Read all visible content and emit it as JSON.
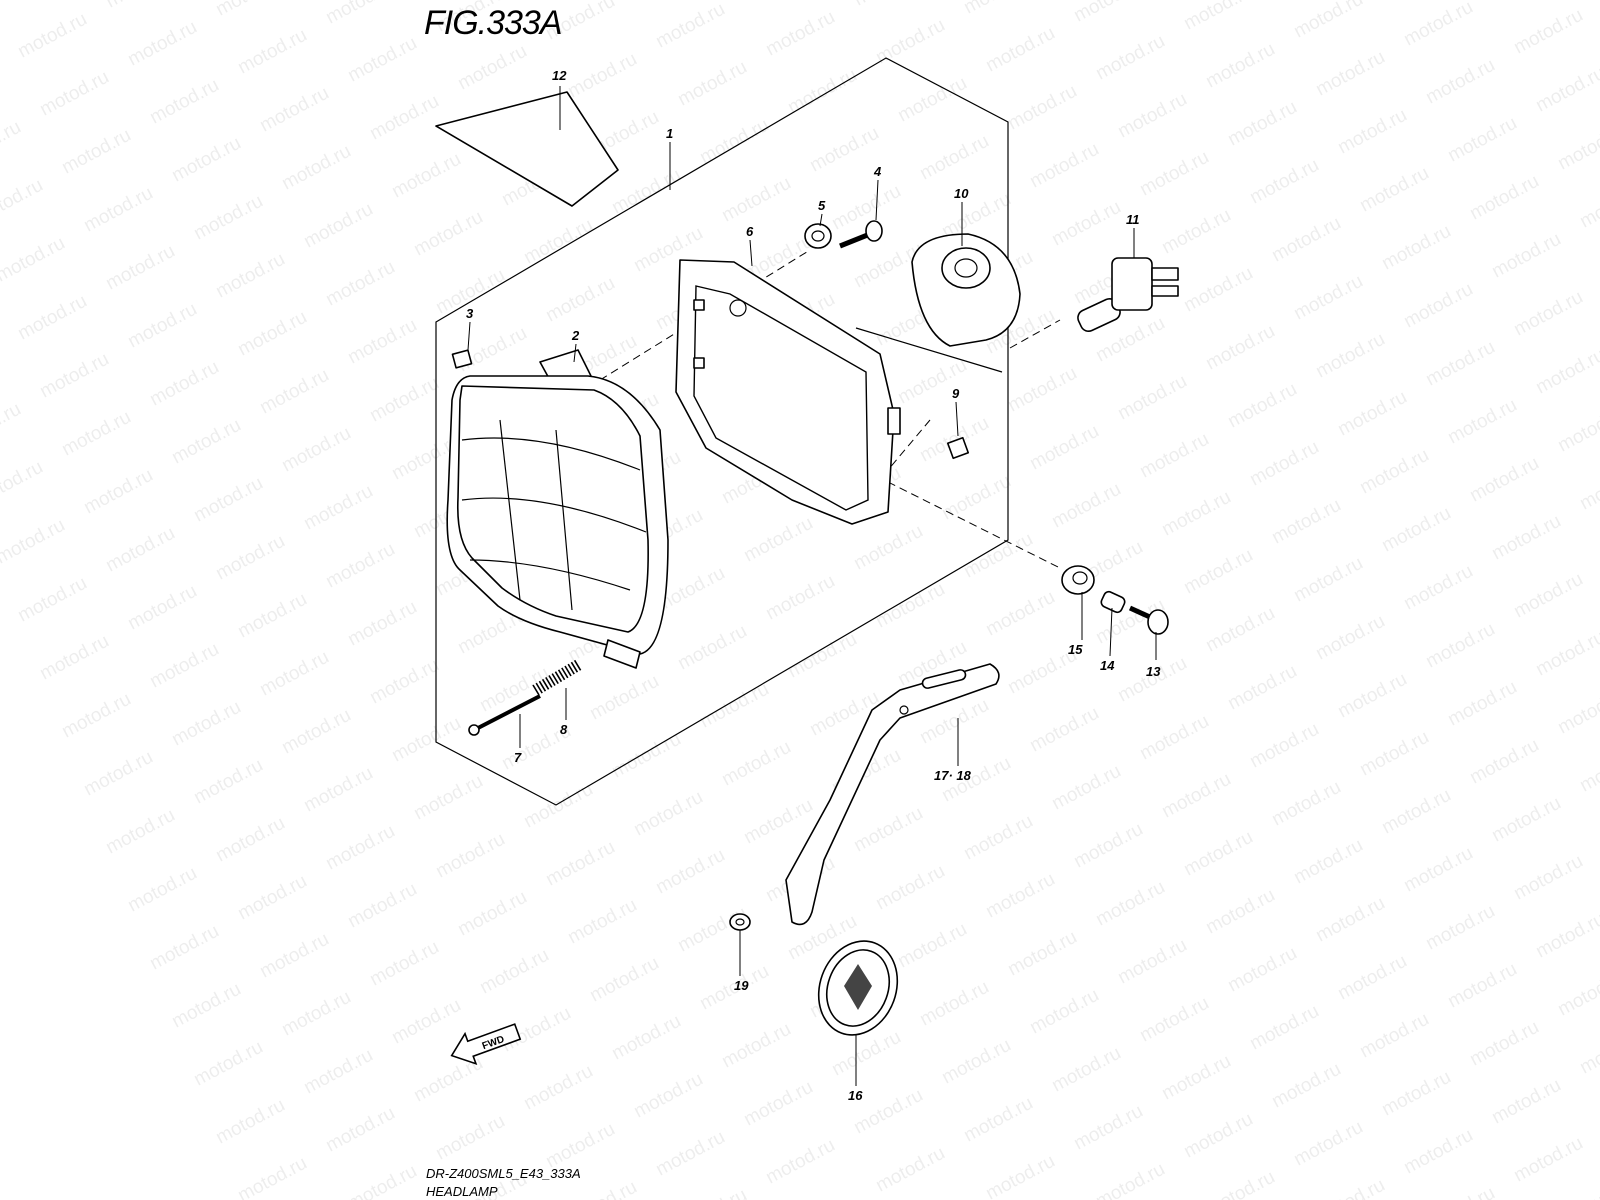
{
  "figure": {
    "title": "FIG.333A",
    "diagram_code": "DR-Z400SML5_E43_333A",
    "name": "HEADLAMP",
    "watermark": "motod.ru",
    "fwd_label": "FWD"
  },
  "callouts": [
    "12",
    "1",
    "4",
    "5",
    "10",
    "11",
    "6",
    "3",
    "2",
    "9",
    "15",
    "14",
    "13",
    "7",
    "8",
    "17· 18",
    "19",
    "16"
  ]
}
